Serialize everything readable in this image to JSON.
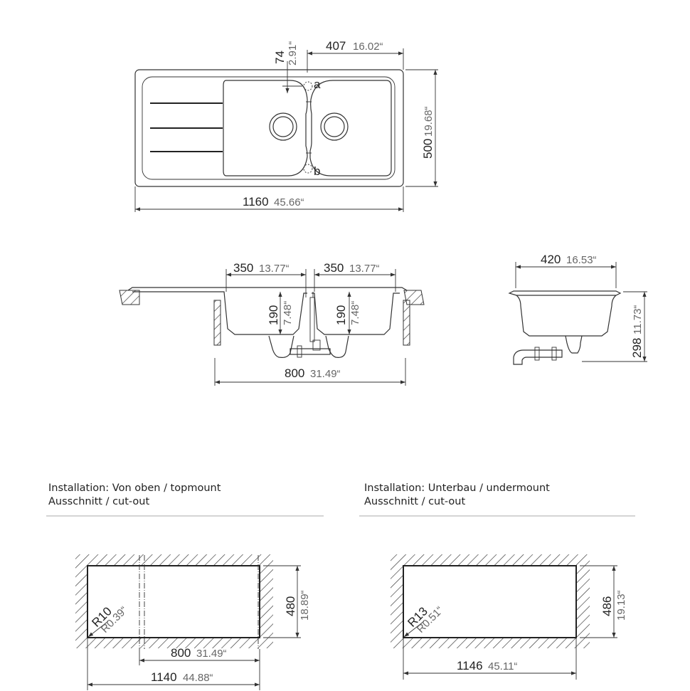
{
  "top_view": {
    "width_mm": "1160",
    "width_in": "45.66“",
    "depth_mm": "500",
    "depth_in": "19.68“",
    "offset_mm": "407",
    "offset_in": "16.02“",
    "overflow_mm": "74",
    "overflow_in": "2.91“",
    "marker_a": "a",
    "marker_b": "b"
  },
  "side_view": {
    "bowl1_width_mm": "350",
    "bowl1_width_in": "13.77“",
    "bowl2_width_mm": "350",
    "bowl2_width_in": "13.77“",
    "bowl1_depth_mm": "190",
    "bowl1_depth_in": "7.48“",
    "bowl2_depth_mm": "190",
    "bowl2_depth_in": "7.48“",
    "total_width_mm": "800",
    "total_width_in": "31.49“"
  },
  "end_view": {
    "width_mm": "420",
    "width_in": "16.53“",
    "height_mm": "298",
    "height_in": "11.73“"
  },
  "topmount": {
    "title_line1": "Installation: Von oben / topmount",
    "title_line2": "Ausschnitt / cut-out",
    "radius_mm": "R10",
    "radius_in": "R0.39“",
    "height_mm": "480",
    "height_in": "18.89“",
    "cabinet_mm": "800",
    "cabinet_in": "31.49“",
    "width_mm": "1140",
    "width_in": "44.88“"
  },
  "undermount": {
    "title_line1": "Installation: Unterbau / undermount",
    "title_line2": "Ausschnitt / cut-out",
    "radius_mm": "R13",
    "radius_in": "R0.51“",
    "height_mm": "486",
    "height_in": "19.13“",
    "width_mm": "1146",
    "width_in": "45.11“"
  }
}
